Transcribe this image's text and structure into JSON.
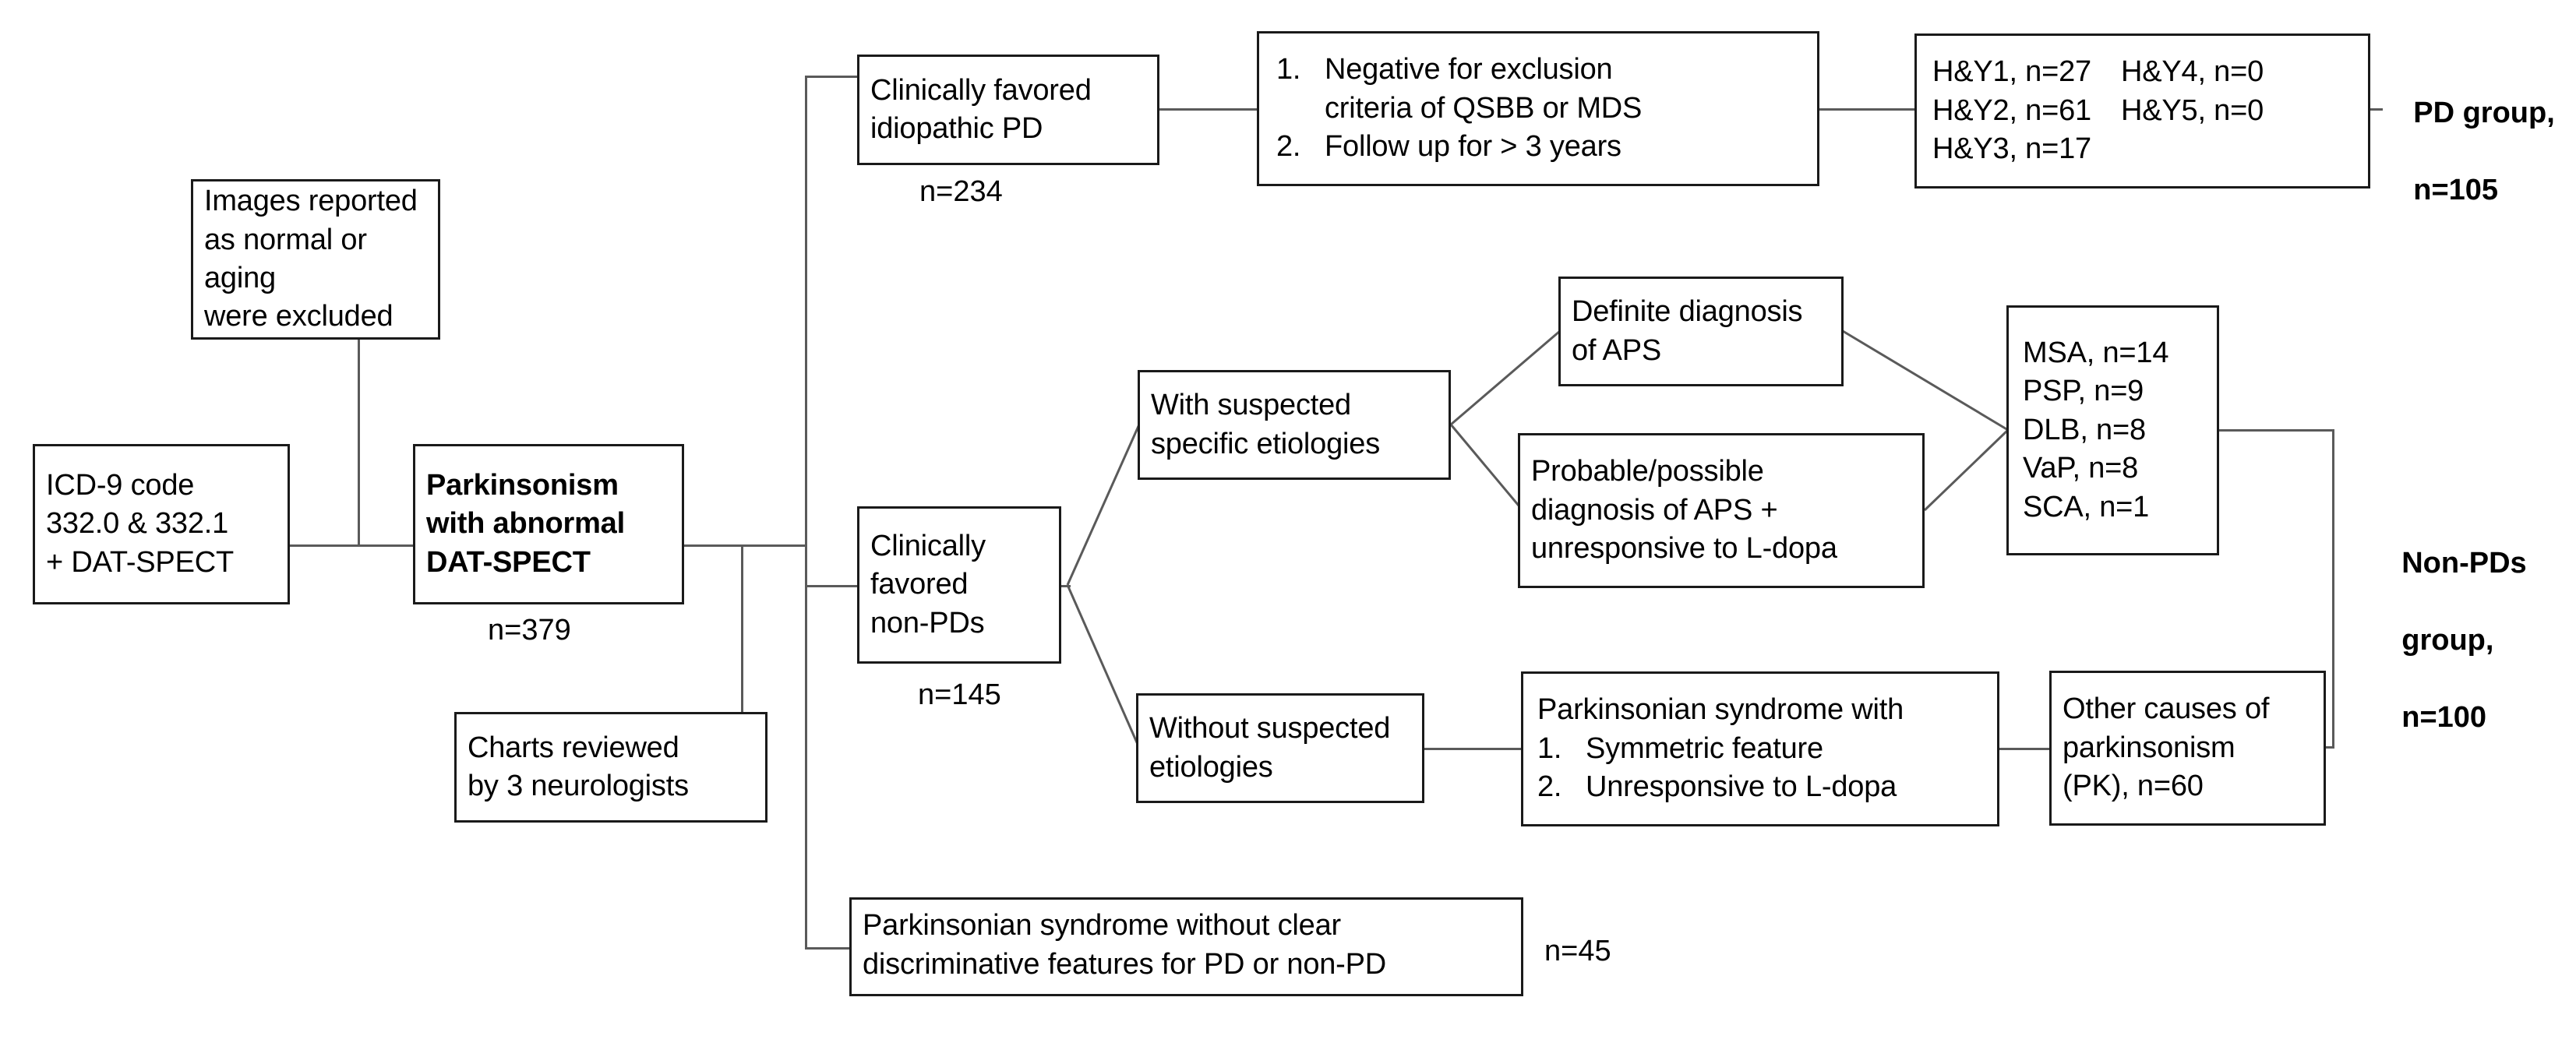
{
  "diagram": {
    "title": "Parkinsonism DAT-SPECT cohort flowchart",
    "line_color": "#5a5a5a",
    "border_color": "#1a1a1a"
  },
  "nodes": {
    "icd9": {
      "line1": "ICD-9 code",
      "line2": "332.0 & 332.1",
      "line3": "+ DAT-SPECT"
    },
    "excluded": {
      "line1": "Images reported",
      "line2": "as normal or aging",
      "line3": "were excluded"
    },
    "parkinsonism": {
      "line1": "Parkinsonism",
      "line2": "with abnormal",
      "line3": "DAT-SPECT",
      "count": "n=379"
    },
    "charts_reviewed": {
      "line1": "Charts reviewed",
      "line2": "by 3 neurologists"
    },
    "idiopathic_pd": {
      "line1": "Clinically favored",
      "line2": "idiopathic PD",
      "count": "n=234"
    },
    "pd_criteria": {
      "item1_num": "1.",
      "item1_line1": "Negative for exclusion",
      "item1_line2": "criteria of QSBB or MDS",
      "item2_num": "2.",
      "item2_text": "Follow up for > 3 years"
    },
    "hy_stages": {
      "col_a": [
        "H&Y1, n=27",
        "H&Y2, n=61",
        "H&Y3, n=17"
      ],
      "col_b": [
        "H&Y4, n=0",
        "H&Y5, n=0"
      ]
    },
    "pd_group": {
      "line1": "PD group,",
      "line2": "n=105"
    },
    "non_pds": {
      "line1": "Clinically",
      "line2": "favored",
      "line3": "non-PDs",
      "count": "n=145"
    },
    "with_suspected": {
      "line1": "With suspected",
      "line2": "specific etiologies"
    },
    "definite_aps": {
      "line1": "Definite diagnosis",
      "line2": "of APS"
    },
    "probable_aps": {
      "line1": "Probable/possible",
      "line2": "diagnosis of APS +",
      "line3": "unresponsive to L-dopa"
    },
    "aps_diagnoses": [
      "MSA, n=14",
      "PSP, n=9",
      "DLB, n=8",
      "VaP, n=8",
      "SCA, n=1"
    ],
    "without_suspected": {
      "line1": "Without suspected",
      "line2": "etiologies"
    },
    "parkinsonian_syndrome": {
      "header": "Parkinsonian syndrome with",
      "item1_num": "1.",
      "item1_text": "Symmetric feature",
      "item2_num": "2.",
      "item2_text": "Unresponsive to L-dopa"
    },
    "other_causes": {
      "line1": "Other causes of",
      "line2": "parkinsonism",
      "line3": "(PK), n=60"
    },
    "non_pds_group": {
      "line1": "Non-PDs",
      "line2": "group,",
      "line3": "n=100"
    },
    "unclear": {
      "line1": "Parkinsonian syndrome without clear",
      "line2": "discriminative features for PD or non-PD",
      "count": "n=45"
    }
  }
}
